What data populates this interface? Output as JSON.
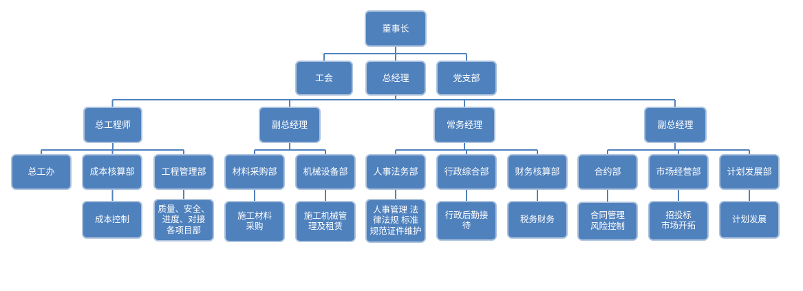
{
  "diagram_type": "org-chart",
  "colors": {
    "node_fill": "#4f81bd",
    "node_border": "#aec3de",
    "node_text": "#ffffff",
    "connector_line": "#4f81bd",
    "background": "#ffffff"
  },
  "org": {
    "level1": [
      {
        "id": "chairman",
        "label": "董事长"
      }
    ],
    "level2": [
      {
        "id": "labor-union",
        "label": "工会"
      },
      {
        "id": "general-manager",
        "label": "总经理"
      },
      {
        "id": "party-branch",
        "label": "党支部"
      }
    ],
    "level3": [
      {
        "id": "chief-engineer",
        "label": "总工程师"
      },
      {
        "id": "deputy-gm-left",
        "label": "副总经理"
      },
      {
        "id": "executive-manager",
        "label": "常务经理"
      },
      {
        "id": "deputy-gm-right",
        "label": "副总经理"
      }
    ],
    "level4": [
      {
        "id": "chief-engineer-office",
        "label": "总工办"
      },
      {
        "id": "cost-accounting",
        "label": "成本核算部"
      },
      {
        "id": "engineering-mgmt",
        "label": "工程管理部"
      },
      {
        "id": "material-procurement",
        "label": "材料采购部"
      },
      {
        "id": "machinery-equipment",
        "label": "机械设备部"
      },
      {
        "id": "hr-legal",
        "label": "人事法务部"
      },
      {
        "id": "admin-comprehensive",
        "label": "行政综合部"
      },
      {
        "id": "financial-accounting",
        "label": "财务核算部"
      },
      {
        "id": "contract-dept",
        "label": "合约部"
      },
      {
        "id": "market-operation",
        "label": "市场经营部"
      },
      {
        "id": "planning-development-dept",
        "label": "计划发展部"
      }
    ],
    "level5": [
      {
        "id": "cost-control",
        "label": "成本控制"
      },
      {
        "id": "quality-safety",
        "label": [
          "质量、安全、",
          "进度、对接",
          "各项目部"
        ]
      },
      {
        "id": "construction-material-procurement",
        "label": [
          "施工材料",
          "采购"
        ]
      },
      {
        "id": "construction-machinery",
        "label": [
          "施工机械管",
          "理及租赁"
        ]
      },
      {
        "id": "hr-legal-detail",
        "label": [
          "人事管理 法",
          "律法规 标准",
          "规范证件维护"
        ]
      },
      {
        "id": "admin-logistics",
        "label": [
          "行政后勤接",
          "待"
        ]
      },
      {
        "id": "tax-finance",
        "label": "税务财务"
      },
      {
        "id": "contract-risk",
        "label": [
          "合同管理",
          "风险控制"
        ]
      },
      {
        "id": "bidding-market",
        "label": [
          "招投标",
          "市场开拓"
        ]
      },
      {
        "id": "planning-development",
        "label": "计划发展"
      }
    ]
  },
  "edges": [
    [
      "chairman",
      "labor-union"
    ],
    [
      "chairman",
      "general-manager"
    ],
    [
      "chairman",
      "party-branch"
    ],
    [
      "general-manager",
      "chief-engineer"
    ],
    [
      "general-manager",
      "deputy-gm-left"
    ],
    [
      "general-manager",
      "executive-manager"
    ],
    [
      "general-manager",
      "deputy-gm-right"
    ],
    [
      "chief-engineer",
      "chief-engineer-office"
    ],
    [
      "chief-engineer",
      "cost-accounting"
    ],
    [
      "chief-engineer",
      "engineering-mgmt"
    ],
    [
      "deputy-gm-left",
      "material-procurement"
    ],
    [
      "deputy-gm-left",
      "machinery-equipment"
    ],
    [
      "executive-manager",
      "hr-legal"
    ],
    [
      "executive-manager",
      "admin-comprehensive"
    ],
    [
      "executive-manager",
      "financial-accounting"
    ],
    [
      "deputy-gm-right",
      "contract-dept"
    ],
    [
      "deputy-gm-right",
      "market-operation"
    ],
    [
      "deputy-gm-right",
      "planning-development-dept"
    ],
    [
      "cost-accounting",
      "cost-control"
    ],
    [
      "engineering-mgmt",
      "quality-safety"
    ],
    [
      "material-procurement",
      "construction-material-procurement"
    ],
    [
      "machinery-equipment",
      "construction-machinery"
    ],
    [
      "hr-legal",
      "hr-legal-detail"
    ],
    [
      "admin-comprehensive",
      "admin-logistics"
    ],
    [
      "financial-accounting",
      "tax-finance"
    ],
    [
      "contract-dept",
      "contract-risk"
    ],
    [
      "market-operation",
      "bidding-market"
    ],
    [
      "planning-development-dept",
      "planning-development"
    ]
  ]
}
